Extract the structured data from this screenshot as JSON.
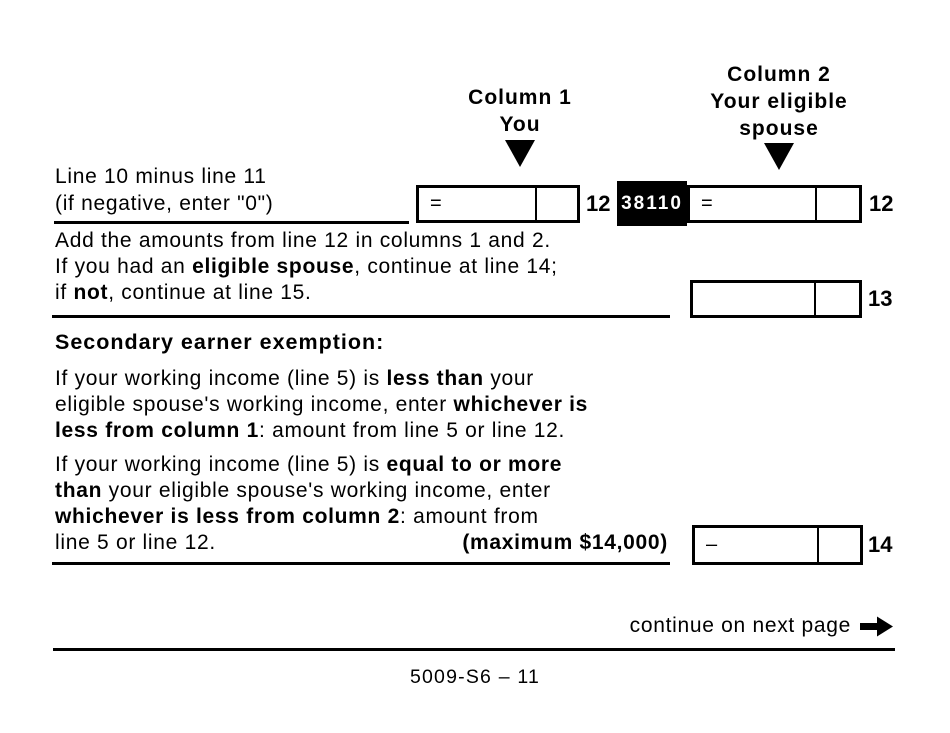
{
  "form": {
    "columns": {
      "col1": {
        "title": "Column 1",
        "subtitle": "You"
      },
      "col2": {
        "title": "Column 2",
        "subtitle1": "Your eligible",
        "subtitle2": "spouse"
      }
    },
    "line12": {
      "label1": "Line 10 minus line 11",
      "label2": "(if negative, enter \"0\")",
      "equals": "=",
      "code": "38110",
      "num": "12"
    },
    "line13": {
      "l1a": "Add the amounts from line 12 in columns 1 and 2.",
      "l2a": "If you had an ",
      "l2b": "eligible spouse",
      "l2c": ", continue at line 14;",
      "l3a": "if ",
      "l3b": "not",
      "l3c": ", continue at line 15.",
      "num": "13"
    },
    "secondary": {
      "heading": "Secondary earner exemption:",
      "pA_l1a": "If your working income (line 5) is ",
      "pA_l1b": "less than",
      "pA_l1c": " your",
      "pA_l2a": "eligible spouse's working income, enter ",
      "pA_l2b": "whichever is",
      "pA_l3a": "less from column 1",
      "pA_l3b": ": amount from line 5 or line 12.",
      "pB_l1a": "If your working income (line 5) is ",
      "pB_l1b": "equal to or more",
      "pB_l2a": "than",
      "pB_l2b": " your eligible spouse's working income, enter",
      "pB_l3a": "whichever is less from column 2",
      "pB_l3b": ": amount from",
      "pB_l4a": "line 5 or line 12.",
      "max_note": "(maximum $14,000)",
      "dash": "–",
      "num": "14"
    },
    "footer": {
      "continue_text": "continue on next page",
      "page_id": "5009-S6 – 11"
    }
  }
}
